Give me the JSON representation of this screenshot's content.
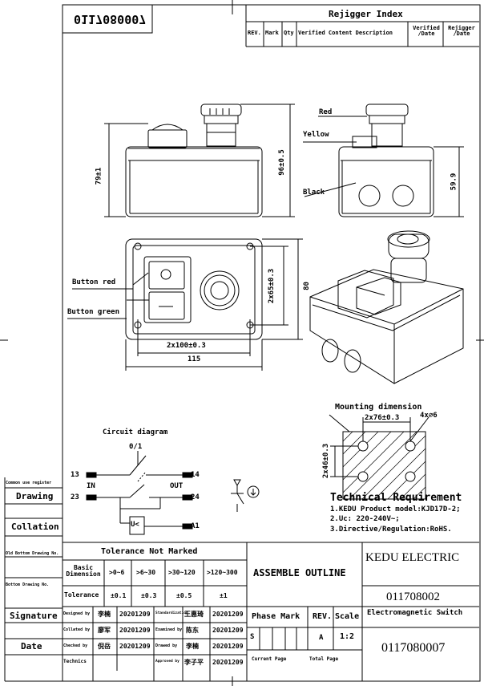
{
  "header": {
    "doc_no_mirrored": "0117080007",
    "rejigger_title": "Rejigger Index",
    "cols": [
      "REV.",
      "Mark",
      "Qty",
      "Verified Content Description",
      "Verified /Date",
      "Rejigger /Date"
    ]
  },
  "drawing": {
    "dim_height_left": "79±1",
    "dim_height_mid": "96±0.5",
    "dim_right": "59.9",
    "label_red": "Red",
    "label_yellow": "Yellow",
    "label_black": "Black",
    "button_red": "Button red",
    "button_green": "Button green",
    "dim_2x65": "2x65±0.3",
    "dim_80": "80",
    "dim_2x100": "2x100±0.3",
    "dim_115": "115"
  },
  "circuit": {
    "title": "Circuit diagram",
    "switch_label": "0/1",
    "t13": "13",
    "t23": "23",
    "in": "IN",
    "out": "OUT",
    "t14": "14",
    "t24": "24",
    "a1": "A1",
    "coil": "U<"
  },
  "mounting": {
    "title": "Mounting dimension",
    "dim_2x76": "2x76±0.3",
    "dim_holes": "4x∅6",
    "dim_2x46": "2x46±0.3"
  },
  "tech": {
    "title": "Technical Requirement",
    "line1": "1.KEDU Product model:KJD17D-2;",
    "line2": "2.Uc: 220-240V~;",
    "line3": "3.Directive/Regulation:RoHS."
  },
  "left_column": {
    "common_use_register": "Common use register",
    "drawing": "Drawing",
    "collation": "Collation",
    "old_bottom_drawing": "Old Bottom Drawing No.",
    "bottom_drawing": "Bottom Drawing No.",
    "signature": "Signature",
    "date": "Date"
  },
  "tolerance": {
    "title": "Tolerance Not Marked",
    "basic_dimension": "Basic Dimension",
    "ranges": [
      ">0~6",
      ">6~30",
      ">30~120",
      ">120~300"
    ],
    "label": "Tolerance",
    "values": [
      "±0.1",
      "±0.3",
      "±0.5",
      "±1"
    ]
  },
  "signatures": [
    {
      "role": "Designed by",
      "name": "李楠",
      "date": "20201209",
      "role2": "Standardization",
      "name2": "王惠琦",
      "date2": "20201209"
    },
    {
      "role": "Collated by",
      "name": "廖军",
      "date": "20201209",
      "role2": "Examined by",
      "name2": "陈东",
      "date2": "20201209"
    },
    {
      "role": "Checked by",
      "name": "倪岳",
      "date": "20201209",
      "role2": "Drawed by",
      "name2": "李楠",
      "date2": "20201209"
    },
    {
      "role": "Technics",
      "name": "",
      "date": "",
      "role2": "Approved by",
      "name2": "李子平",
      "date2": "20201209"
    }
  ],
  "title_block": {
    "assemble_outline": "ASSEMBLE OUTLINE",
    "company": "KEDU ELECTRIC",
    "part_no": "011708002",
    "part_name": "Electromagnetic Switch",
    "phase_mark": "Phase Mark",
    "rev": "REV.",
    "scale": "Scale",
    "phase_value": "S",
    "rev_value": "A",
    "scale_value": "1:2",
    "drawing_no": "0117080007",
    "current_page": "Current Page",
    "total_page": "Total Page"
  }
}
